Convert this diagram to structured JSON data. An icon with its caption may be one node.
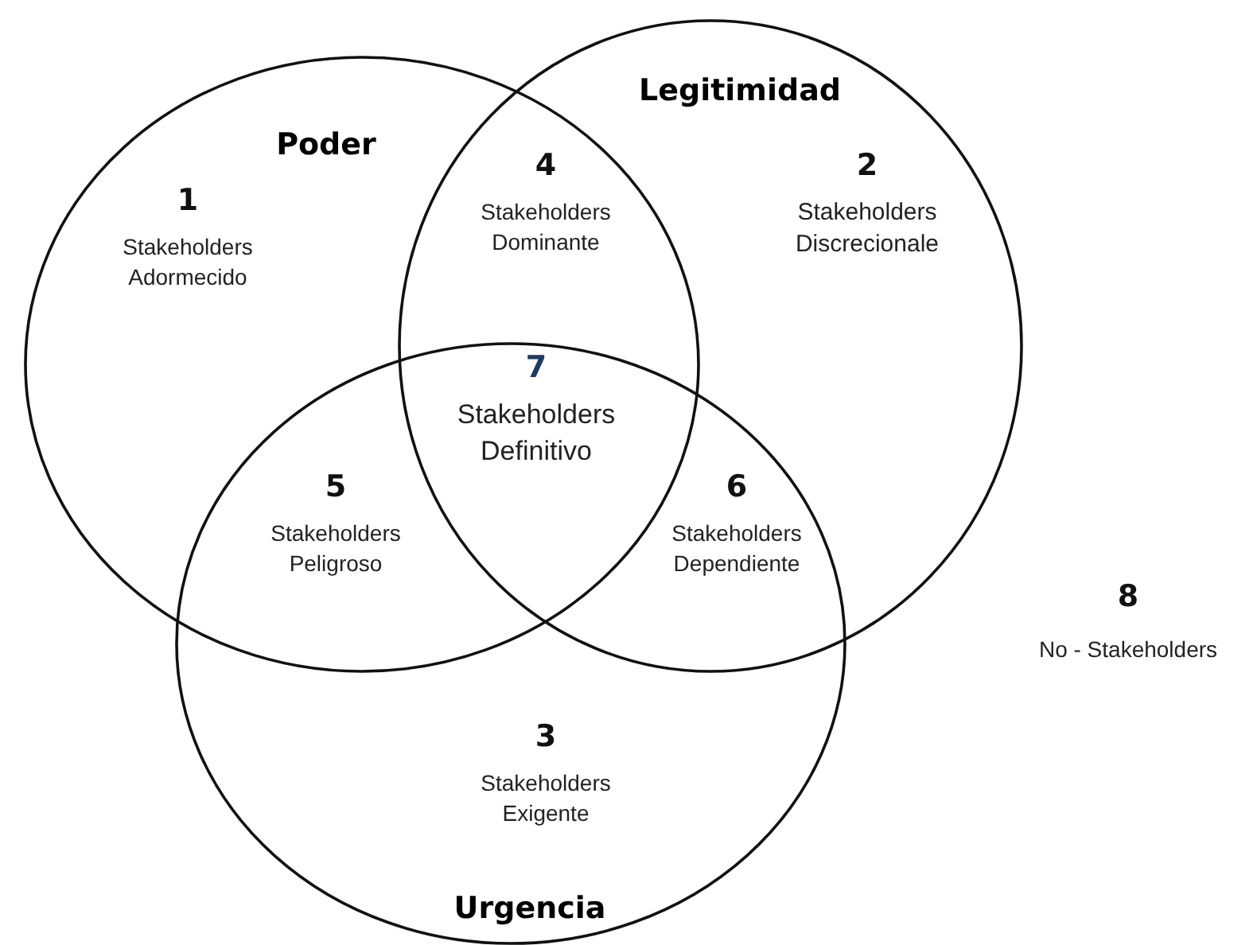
{
  "diagram": {
    "nodes": [
      {
        "text": [
          "Poder"
        ]
      },
      {
        "text": [
          "Legitimidad"
        ]
      },
      {
        "text": [
          "Urgencia"
        ]
      }
    ],
    "labels": [
      "1",
      "Stakeholders Adormecido",
      "4",
      "Stakeholders Dominante",
      "2",
      "Stakeholders Discrecionale",
      "7",
      "Stakeholders Definitivo",
      "5",
      "Stakeholders Peligroso",
      "6",
      "Stakeholders Dependiente",
      "8",
      "No - Stakeholders",
      "3",
      "Stakeholders Exigente"
    ]
  }
}
